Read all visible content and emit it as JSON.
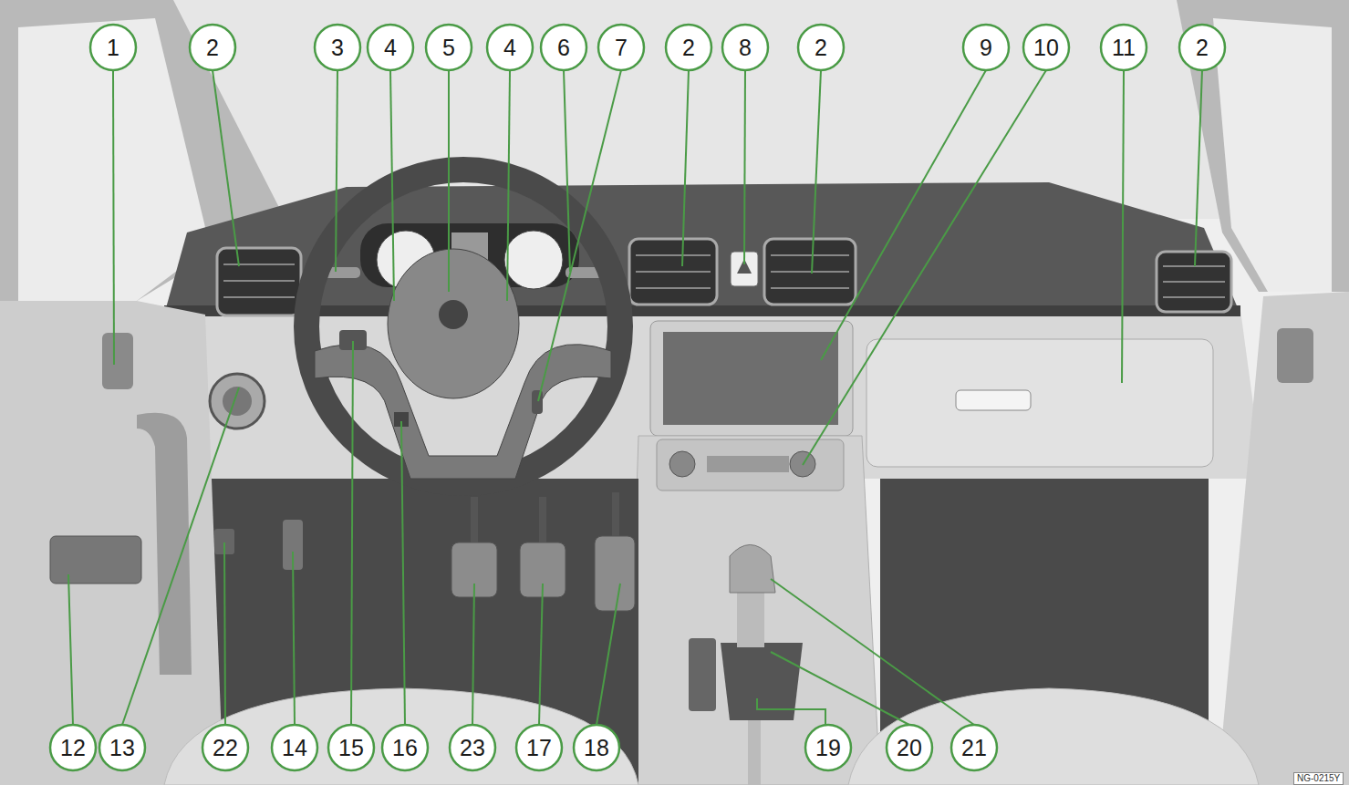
{
  "diagram": {
    "labels": [
      "1",
      "2",
      "3",
      "4",
      "5",
      "4",
      "6",
      "7",
      "2",
      "8",
      "2",
      "9",
      "10",
      "11",
      "2",
      "12",
      "13",
      "22",
      "14",
      "15",
      "16",
      "23",
      "17",
      "18",
      "19",
      "20",
      "21",
      "NG-0215Y"
    ]
  }
}
